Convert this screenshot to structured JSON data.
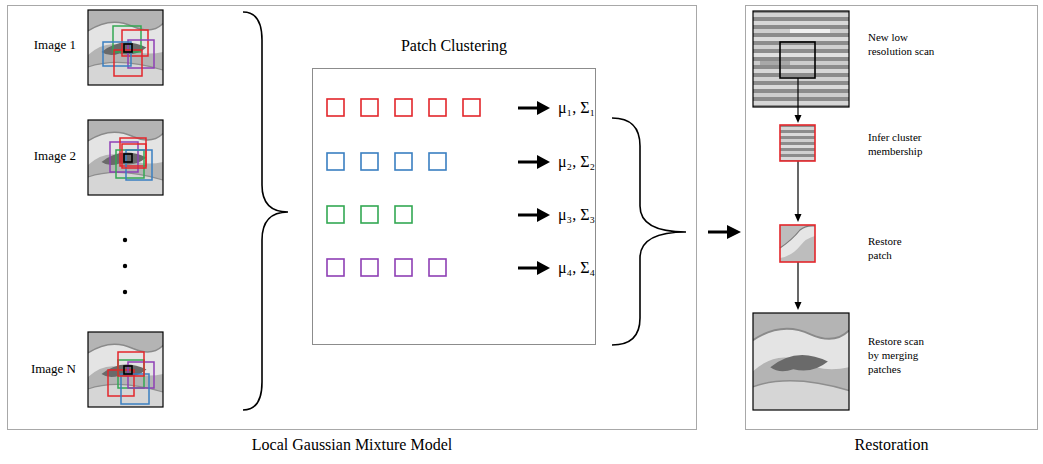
{
  "diagram": {
    "nodes": [
      {
        "text": [
          "Local Gaussian Mixture Model"
        ]
      },
      {
        "text": [
          "Patch Clustering"
        ],
        "in": 0
      },
      {
        "text": [
          "Restoration"
        ]
      }
    ],
    "labels": [
      "Image 1",
      "Image 2",
      "Image N",
      "μ₁, Σ₁",
      "μ₂, Σ₂",
      "μ₃, Σ₃",
      "μ₄, Σ₄",
      "New low resolution scan",
      "Infer cluster membership",
      "Restore patch",
      "Restore scan by merging patches"
    ]
  }
}
